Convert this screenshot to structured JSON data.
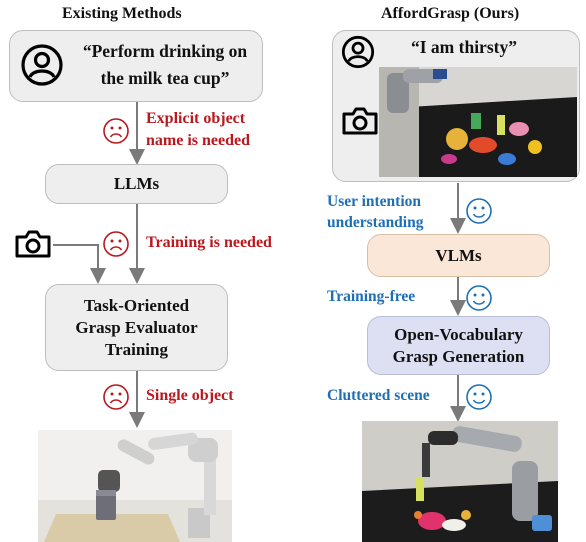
{
  "left": {
    "title": "Existing Methods",
    "prompt_line1": "“Perform drinking on",
    "prompt_line2": "the milk tea cup”",
    "issue1_line1": "Explicit object",
    "issue1_line2": "name is needed",
    "llm_label": "LLMs",
    "issue2": "Training is needed",
    "evaluator_line1": "Task-Oriented",
    "evaluator_line2": "Grasp Evaluator",
    "evaluator_line3": "Training",
    "issue3": "Single object"
  },
  "right": {
    "title": "AffordGrasp (Ours)",
    "prompt": "“I am thirsty”",
    "benefit1_line1": "User intention",
    "benefit1_line2": "understanding",
    "vlm_label": "VLMs",
    "benefit2": "Training-free",
    "grasp_line1": "Open-Vocabulary",
    "grasp_line2": "Grasp Generation",
    "benefit3": "Cluttered scene"
  },
  "colors": {
    "negative": "#b8191e",
    "positive": "#1f6fb5",
    "vlm_box": "#fbe7d7",
    "grasp_box": "#dde0f2",
    "gray_box": "#eeeeee"
  },
  "icons": {
    "user": "user-icon",
    "camera": "camera-icon",
    "sad": "sad-face-icon",
    "happy": "happy-face-icon"
  }
}
